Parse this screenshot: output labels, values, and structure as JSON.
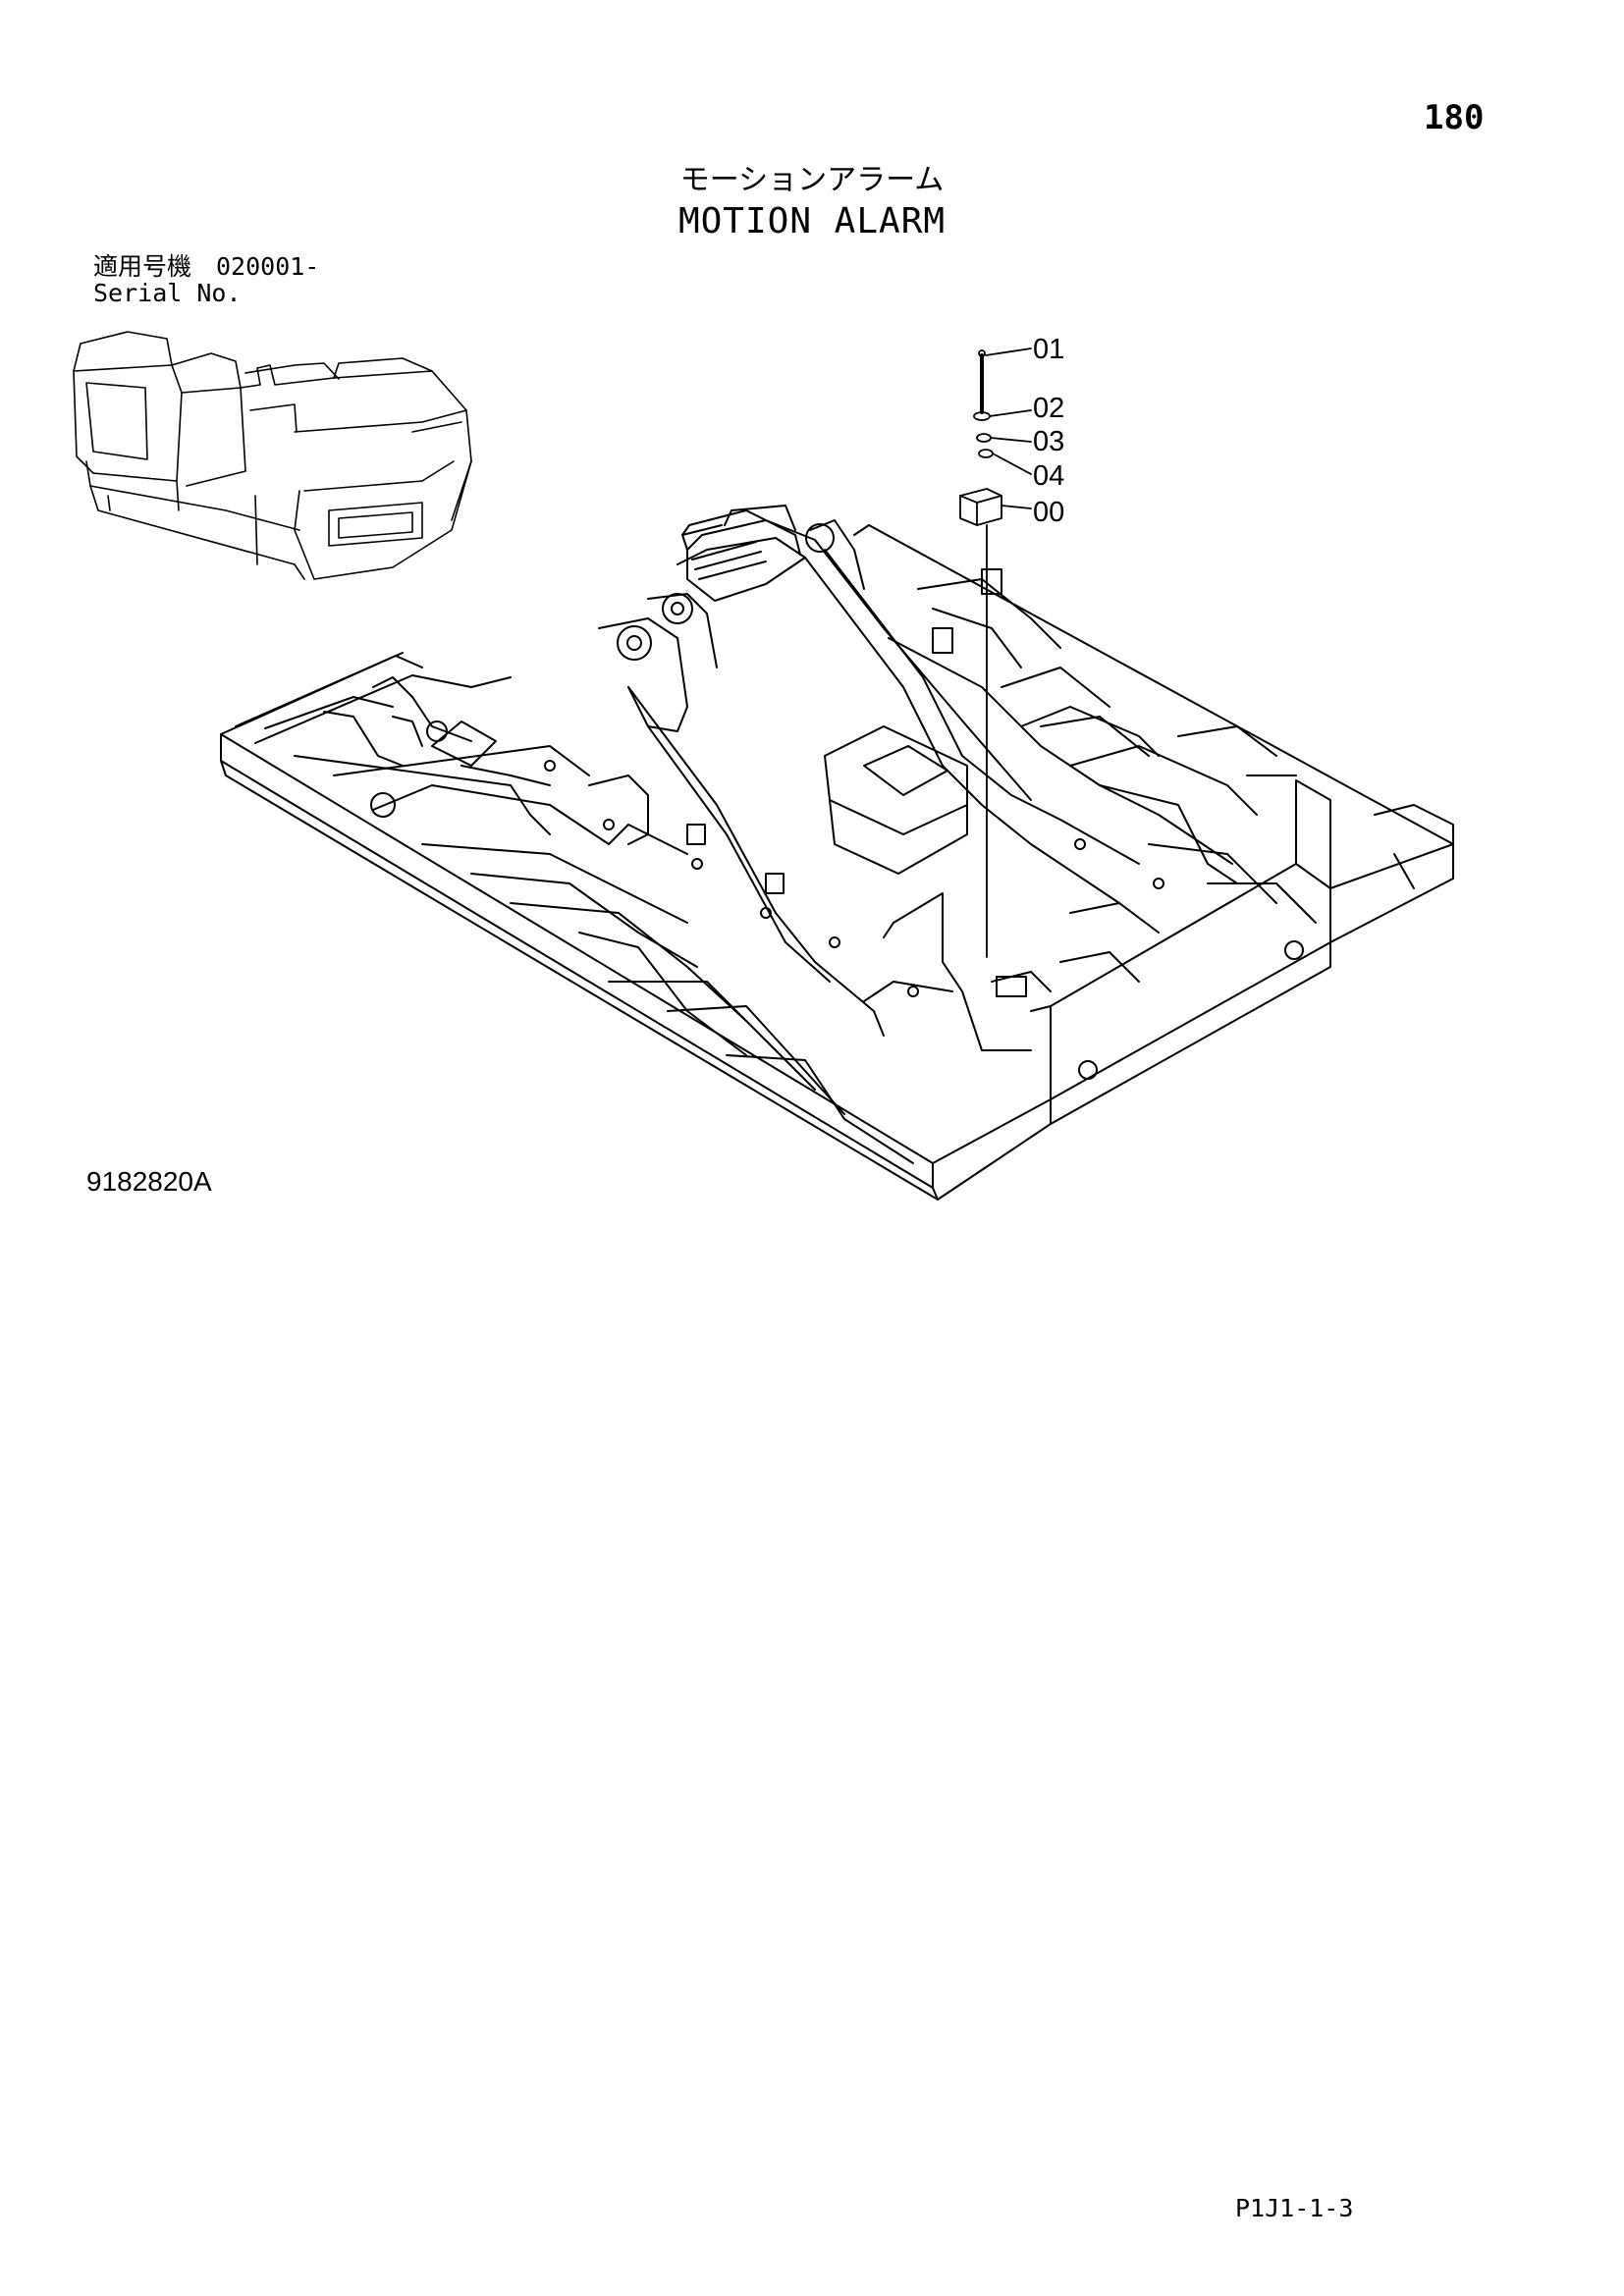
{
  "header": {
    "page_number": "180",
    "title_jp": "モーションアラーム",
    "title_en": "MOTION ALARM",
    "serial_label_jp": "適用号機　020001-",
    "serial_label_en": "Serial No."
  },
  "diagram": {
    "drawing_number": "9182820A",
    "callouts": [
      {
        "id": "01",
        "label": "01"
      },
      {
        "id": "02",
        "label": "02"
      },
      {
        "id": "03",
        "label": "03"
      },
      {
        "id": "04",
        "label": "04"
      },
      {
        "id": "00",
        "label": "00"
      }
    ]
  },
  "footer": {
    "code": "P1J1-1-3"
  }
}
